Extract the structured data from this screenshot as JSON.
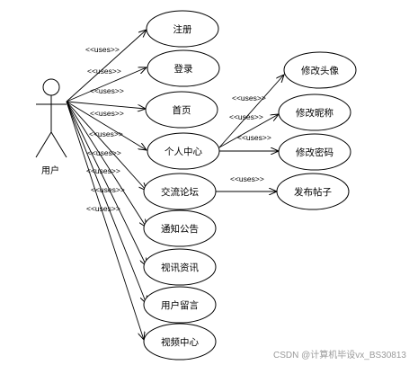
{
  "actor": {
    "label": "用户"
  },
  "relation_label": "<<uses>>",
  "use_cases": [
    {
      "id": "register",
      "label": "注册"
    },
    {
      "id": "login",
      "label": "登录"
    },
    {
      "id": "home",
      "label": "首页"
    },
    {
      "id": "personal",
      "label": "个人中心"
    },
    {
      "id": "forum",
      "label": "交流论坛"
    },
    {
      "id": "notice",
      "label": "通知公告"
    },
    {
      "id": "news",
      "label": "视讯资讯"
    },
    {
      "id": "message",
      "label": "用户留言"
    },
    {
      "id": "video",
      "label": "视频中心"
    },
    {
      "id": "avatar",
      "label": "修改头像"
    },
    {
      "id": "nickname",
      "label": "修改昵称"
    },
    {
      "id": "password",
      "label": "修改密码"
    },
    {
      "id": "post",
      "label": "发布帖子"
    }
  ],
  "watermark": "CSDN @计算机毕设vx_BS30813"
}
